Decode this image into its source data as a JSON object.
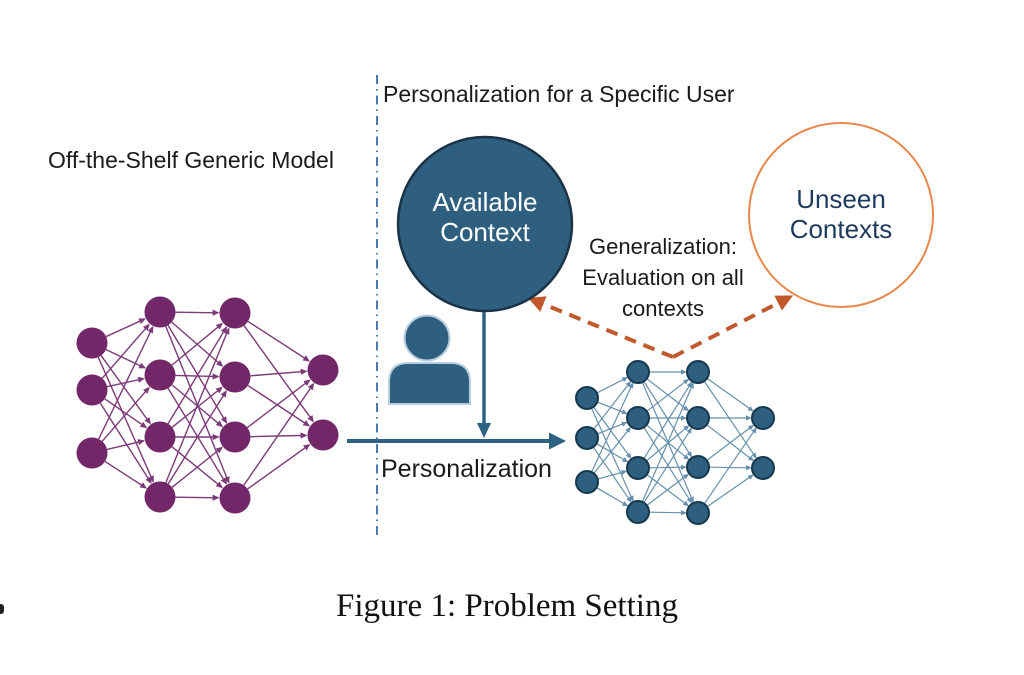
{
  "figure": {
    "left_panel_title": "Off-the-Shelf Generic Model",
    "right_panel_title": "Personalization for a Specific User",
    "available_context": {
      "line1": "Available",
      "line2": "Context"
    },
    "unseen_contexts": {
      "line1": "Unseen",
      "line2": "Contexts"
    },
    "generalization_label": {
      "line1": "Generalization:",
      "line2": "Evaluation on all",
      "line3": "contexts"
    },
    "personalization_label": "Personalization",
    "caption": "Figure 1: Problem Setting"
  },
  "colors": {
    "available_circle_fill": "#2e5f7e",
    "available_circle_border": "#1b3347",
    "available_text": "#ffffff",
    "unseen_circle_fill": "#ffffff",
    "unseen_circle_border": "#e8874c",
    "unseen_text": "#1e3a5f",
    "generalization_arrow": "#c05a2c",
    "personalization_arrow": "#2e6283",
    "divider_line": "#4a7cb0",
    "person_icon": "#2e5f7e",
    "person_icon_halo": "#b8cfe0",
    "generic_network_node": "#722769",
    "generic_network_edge": "#7c3a78",
    "personalized_network_node": "#2e5f7e",
    "personalized_network_node_border": "#16384f",
    "personalized_network_edge": "#6690ad",
    "text": "#1a1a1a"
  },
  "networks": {
    "generic_model": {
      "layer_sizes": [
        3,
        4,
        4,
        2
      ]
    },
    "personalized_model": {
      "layer_sizes": [
        3,
        4,
        4,
        2
      ]
    }
  }
}
